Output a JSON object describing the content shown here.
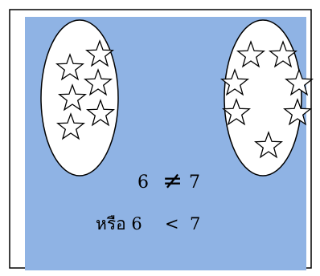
{
  "colors": {
    "background": "#8fb3e4",
    "frame": "#000000",
    "oval_fill": "#ffffff",
    "star_stroke": "#000000"
  },
  "diagram": {
    "left_group": {
      "star_count": 6
    },
    "right_group": {
      "star_count": 7
    },
    "relation_line_1": {
      "left": "6",
      "symbol": "≠",
      "right": "7"
    },
    "relation_line_2": {
      "prefix": "หรือ 6",
      "symbol": "<",
      "right": "7"
    }
  }
}
